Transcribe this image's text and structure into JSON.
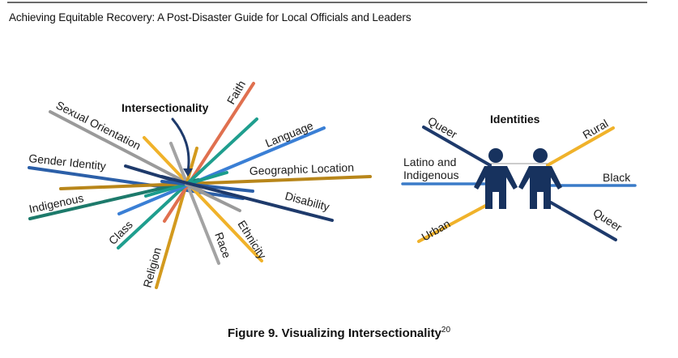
{
  "header": {
    "title": "Achieving Equitable Recovery: A Post-Disaster Guide for Local Officials and Leaders"
  },
  "intersectionality_diagram": {
    "title": "Intersectionality",
    "labels": {
      "faith": "Faith",
      "language": "Language",
      "geographic_location": "Geographic Location",
      "disability": "Disability",
      "ethnicity": "Ethnicity",
      "race": "Race",
      "religion": "Religion",
      "class": "Class",
      "indigenous": "Indigenous",
      "gender_identity": "Gender Identity",
      "sexual_orientation": "Sexual Orientation"
    },
    "colors": {
      "faith": "#e0704f",
      "teal": "#1f9e8e",
      "language": "#3a7fd5",
      "geographic_location": "#b8861a",
      "disability": "#1e3a6b",
      "ethnicity": "#f0b22a",
      "race": "#a3a3a3",
      "religion": "#d39a1e",
      "class": "#1a9c8c",
      "indigenous": "#1d7a6b",
      "gender_identity": "#2b5fa8",
      "sexual_orientation": "#9a9a9a",
      "arrow": "#1e3a6b"
    }
  },
  "identities_diagram": {
    "title": "Identities",
    "labels": {
      "queer_left": "Queer",
      "latino_line1": "Latino and",
      "latino_line2": "Indigenous",
      "urban": "Urban",
      "rural": "Rural",
      "black": "Black",
      "queer_right": "Queer"
    },
    "colors": {
      "navy": "#1e3a6b",
      "blue": "#3a7bc8",
      "gold": "#f0b22a",
      "person": "#17325e"
    }
  },
  "caption": {
    "text": "Figure 9. Visualizing Intersectionality",
    "superscript": "20"
  }
}
